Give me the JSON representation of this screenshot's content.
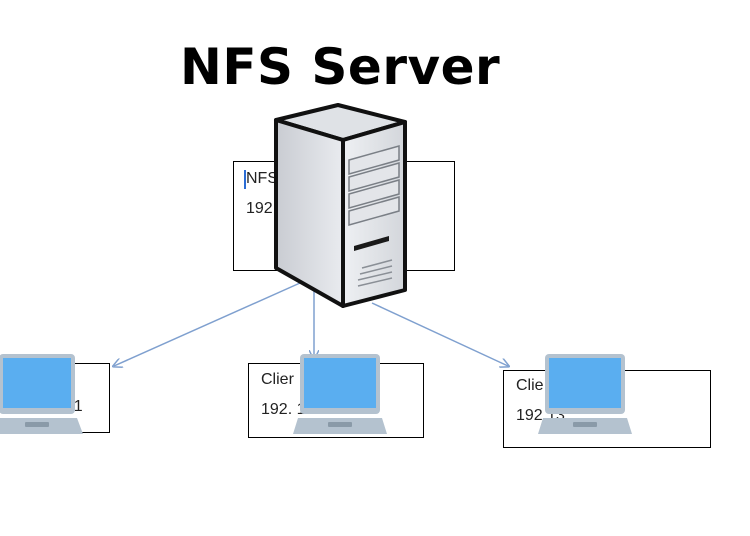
{
  "title": "NFS Server",
  "server": {
    "line1": "NFS",
    "line2": "192.",
    "icon": "server-tower-icon"
  },
  "clients": [
    {
      "line1": "",
      "line2": "11",
      "icon": "laptop-icon"
    },
    {
      "line1": "Clier",
      "line2": "192.          12",
      "icon": "laptop-icon"
    },
    {
      "line1": "Clie",
      "line2": "192          13",
      "icon": "laptop-icon"
    }
  ],
  "colors": {
    "arrow": "#7fa0cf",
    "laptop_screen": "#5aaef0",
    "laptop_body": "#b4c2cf",
    "server_body": "#e4e6ea"
  }
}
